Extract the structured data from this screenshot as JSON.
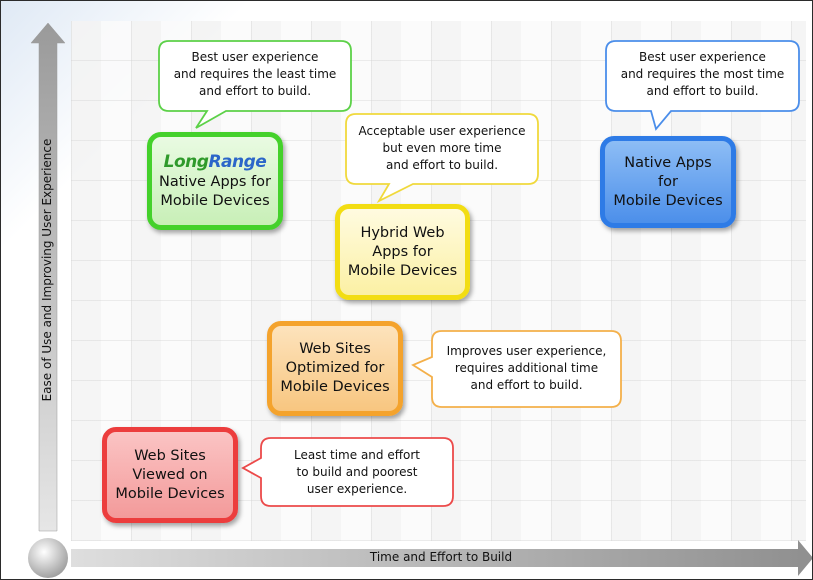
{
  "axes": {
    "y_label": "Ease of Use and Improving User Experience",
    "x_label": "Time and Effort to Build"
  },
  "logo": {
    "part1": "Long",
    "part2": "Range"
  },
  "boxes": {
    "longrange": {
      "line1": "Native Apps for",
      "line2": "Mobile Devices"
    },
    "hybrid": {
      "line1": "Hybrid Web",
      "line2": "Apps for",
      "line3": "Mobile Devices"
    },
    "native": {
      "line1": "Native Apps",
      "line2": "for",
      "line3": "Mobile Devices"
    },
    "optimized": {
      "line1": "Web Sites",
      "line2": "Optimized for",
      "line3": "Mobile Devices"
    },
    "viewed": {
      "line1": "Web Sites",
      "line2": "Viewed on",
      "line3": "Mobile Devices"
    }
  },
  "bubbles": {
    "longrange": {
      "line1": "Best user experience",
      "line2": "and requires the least time",
      "line3": "and effort to build."
    },
    "native": {
      "line1": "Best user experience",
      "line2": "and requires the most time",
      "line3": "and effort to build."
    },
    "hybrid": {
      "line1": "Acceptable user experience",
      "line2": "but even more time",
      "line3": "and effort to build."
    },
    "optimized": {
      "line1": "Improves user experience,",
      "line2": "requires additional time",
      "line3": "and effort to build."
    },
    "viewed": {
      "line1": "Least time and effort",
      "line2": "to build and poorest",
      "line3": "user experience."
    }
  },
  "colors": {
    "green": "#44d12b",
    "yellow": "#f2dd13",
    "blue": "#2e7be6",
    "orange": "#f4a32d",
    "red": "#ec3d3d"
  }
}
